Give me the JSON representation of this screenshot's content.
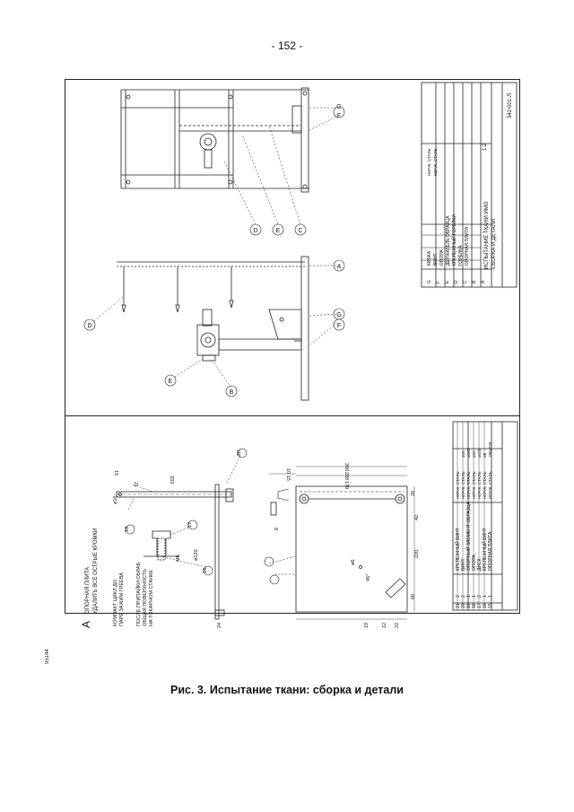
{
  "page_number": "- 152 -",
  "doc_code": "95144",
  "caption": "Рис. 3.  Испытание ткани: сборка и детали",
  "top_sheet": {
    "title_block": {
      "title_line1": "ИСПЫТАНИЕ ТКАНИ ИМО",
      "title_line2": "СБОРКА И ДЕТАЛИ",
      "sheet": "1:2",
      "code": "342-001-Л"
    },
    "parts": [
      {
        "pos": "G",
        "name": "КИБКА",
        "material": "НЕРЖ. СТАЛЬ"
      },
      {
        "pos": "F",
        "name": "ВИНТ",
        "material": "НЕРЖ. СТАЛЬ"
      },
      {
        "pos": "E",
        "name": "ОПОРА",
        "material": ""
      },
      {
        "pos": "D",
        "name": "ДЕРЖАТЕЛЬ ОБРАЗЦА",
        "material": ""
      },
      {
        "pos": "C",
        "name": "КРЕПЕЖНЫЙ ГОРЕЛКИ",
        "material": ""
      },
      {
        "pos": "B",
        "name": "ГОРЕЛКА",
        "material": ""
      },
      {
        "pos": "A",
        "name": "ОПОРНАЯ ПЛИТА",
        "material": ""
      }
    ],
    "callouts": {
      "view1": [
        "D",
        "E",
        "C",
        "G",
        "F"
      ],
      "view2": [
        "D",
        "A",
        "E",
        "B",
        "G",
        "F"
      ]
    }
  },
  "bottom_sheet": {
    "detail_letter": "A",
    "detail_title": "ОПОРНАЯ ПЛИТА",
    "note1": "УДАЛИТЬ ВСЕ ОСТРЫЕ КРОМКИ",
    "note2a": "КОМПАКТ ЦИКЛ ДО",
    "note2b": "ПАРЕ ЗАЖИМ ГРЕЕВА",
    "note3a": "ПОСЛЕ ПРИПАЙКИ ОБРАБ.",
    "note3b": "ОБЩАЯ ПОВЕРХНОСТЬ",
    "note3c": "НА ТОКАРНОМ СТАНКЕ",
    "dims": {
      "d333": "333",
      "d15": "15",
      "d21": "21",
      "d10": "ø10",
      "d18": "18",
      "d20": "20",
      "d17": "17",
      "d16": "16",
      "m6": "M6",
      "d120": "ø120",
      "d24": "24",
      "d280": "280",
      "d300": "300",
      "d170": "170",
      "d10_15": "10 15",
      "d8": "8",
      "d42": "42",
      "d220": "220",
      "d20b": "20",
      "d60": "60",
      "d45": "45°",
      "d6": "ø6",
      "d22": "22",
      "d12": "12",
      "d19": "19"
    },
    "parts": [
      {
        "pos": "21",
        "qty": "2",
        "name": "КРЕПЕЖНЫЙ ВИНТ",
        "material": "НЕРЖ. СТАЛЬ",
        "size": ""
      },
      {
        "pos": "20",
        "qty": "2",
        "name": "ВИНТ",
        "material": "НЕРЖ. СТАЛЬ",
        "size": "ø16"
      },
      {
        "pos": "19",
        "qty": "1",
        "name": "ОПОРНЫЙ ЭЛЕМЕНТ ОБРАЗЦА",
        "material": "НЕРЖ. СТАЛЬ",
        "size": "ø160"
      },
      {
        "pos": "18",
        "qty": "1",
        "name": "ОПОРА",
        "material": "НЕРЖ. СТАЛЬ",
        "size": "ø10"
      },
      {
        "pos": "17",
        "qty": "2",
        "name": "ДИСК",
        "material": "НЕРЖ. СТАЛЬ",
        "size": "ø120"
      },
      {
        "pos": "16",
        "qty": "1",
        "name": "КРЕПЕЖНЫЙ ВИНТ",
        "material": "НЕРЖ. СТАЛЬ",
        "size": "ø8"
      },
      {
        "pos": "15",
        "qty": "1",
        "name": "ОПОРНАЯ ПЛИТА",
        "material": "НЕРЖ. СТАЛЬ",
        "size": "180x220"
      }
    ]
  }
}
